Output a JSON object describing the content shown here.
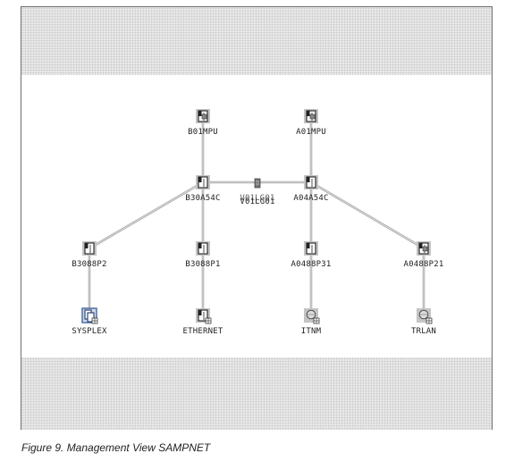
{
  "caption": "Figure 9. Management View SAMPNET",
  "nodes": [
    {
      "id": "B01MPU",
      "label": "B01MPU",
      "icon": "pu-icon"
    },
    {
      "id": "A01MPU",
      "label": "A01MPU",
      "icon": "pu-icon"
    },
    {
      "id": "B30A54C",
      "label": "B30A54C",
      "icon": "node-icon"
    },
    {
      "id": "A04A54C",
      "label": "A04A54C",
      "icon": "node-icon"
    },
    {
      "id": "V01LG01",
      "label": "V01LG01",
      "icon": "link-icon"
    },
    {
      "id": "B3088P2",
      "label": "B3088P2",
      "icon": "node-icon"
    },
    {
      "id": "B3088P1",
      "label": "B3088P1",
      "icon": "node-icon"
    },
    {
      "id": "A0488P31",
      "label": "A0488P31",
      "icon": "node-icon"
    },
    {
      "id": "A0488P21",
      "label": "A0488P21",
      "icon": "pu-icon"
    },
    {
      "id": "SYSPLEX",
      "label": "SYSPLEX",
      "icon": "sysplex-icon"
    },
    {
      "id": "ETHERNET",
      "label": "ETHERNET",
      "icon": "ethernet-icon"
    },
    {
      "id": "ITNM",
      "label": "ITNM",
      "icon": "itnm-icon"
    },
    {
      "id": "TRLAN",
      "label": "TRLAN",
      "icon": "trlan-icon"
    }
  ],
  "links": [
    [
      "B01MPU",
      "B30A54C"
    ],
    [
      "A01MPU",
      "A04A54C"
    ],
    [
      "B30A54C",
      "A04A54C"
    ],
    [
      "B30A54C",
      "B3088P2"
    ],
    [
      "B30A54C",
      "B3088P1"
    ],
    [
      "A04A54C",
      "A0488P31"
    ],
    [
      "A04A54C",
      "A0488P21"
    ],
    [
      "B3088P2",
      "SYSPLEX"
    ],
    [
      "B3088P1",
      "ETHERNET"
    ],
    [
      "A0488P31",
      "ITNM"
    ],
    [
      "A0488P21",
      "TRLAN"
    ]
  ]
}
